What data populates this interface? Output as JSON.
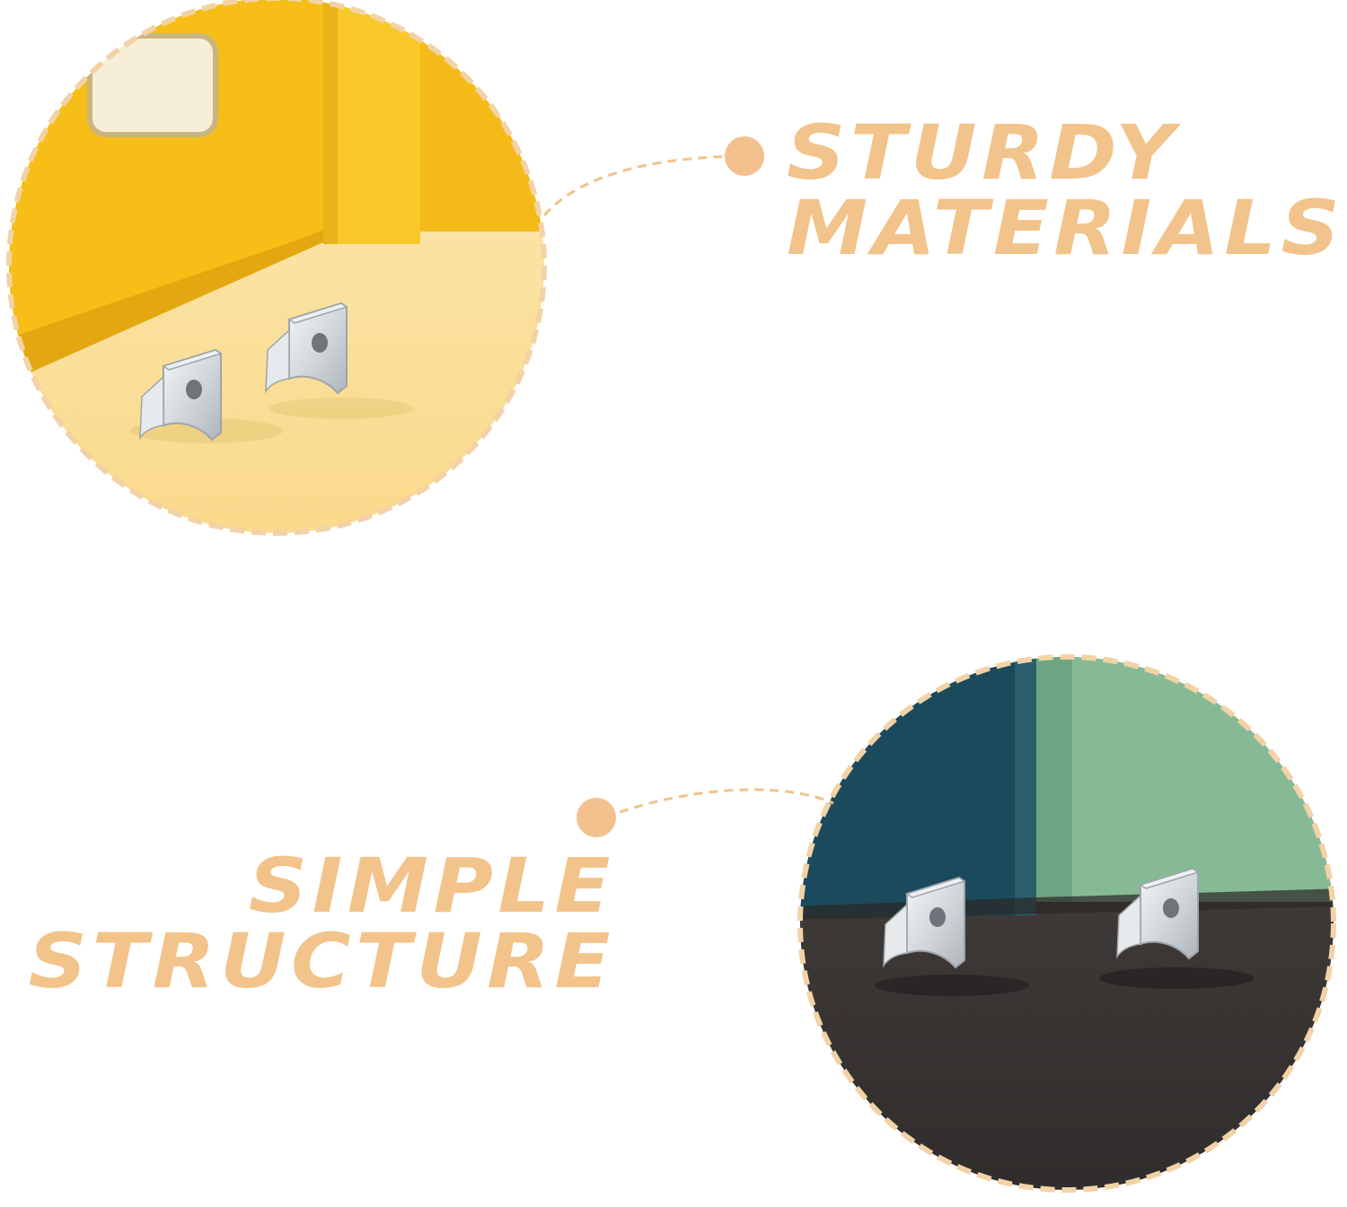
{
  "colors": {
    "accent": "#F2C38A",
    "dot": "#F3C18E",
    "yellow_box": "#F7C21E",
    "yellow_floor": "#FBE6A4",
    "teal_box": "#1B4A5A",
    "green_box": "#86BA95",
    "dark_floor": "#3E3A38",
    "clip_metal": "#D9DDE0"
  },
  "features": [
    {
      "lines": [
        "STURDY",
        "MATERIALS"
      ],
      "icon": "bullet-dot-icon",
      "image": "clips-on-yellow-shelf-photo"
    },
    {
      "lines": [
        "SIMPLE",
        "STRUCTURE"
      ],
      "icon": "bullet-dot-icon",
      "image": "clips-on-dark-floor-photo"
    }
  ]
}
